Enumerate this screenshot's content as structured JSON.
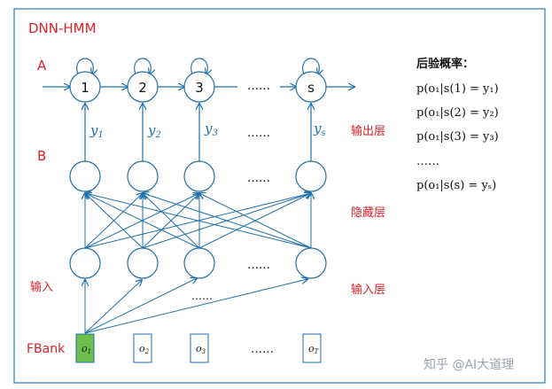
{
  "title": "DNN-HMM",
  "labels": {
    "A": "A",
    "B": "B",
    "input_left": "输入",
    "fbank": "FBank",
    "output_layer": "输出层",
    "hidden_layer": "隐藏层",
    "input_layer": "输入层"
  },
  "states": [
    "1",
    "2",
    "3",
    "s"
  ],
  "state_ellipsis": "……",
  "y_labels": [
    {
      "base": "y",
      "sub": "1"
    },
    {
      "base": "y",
      "sub": "2"
    },
    {
      "base": "y",
      "sub": "3"
    },
    {
      "base": "y",
      "sub": "s"
    }
  ],
  "row_ellipsis": "……",
  "input_arrow_ellipsis": "……",
  "frames": [
    {
      "base": "o",
      "sub": "1"
    },
    {
      "base": "o",
      "sub": "2"
    },
    {
      "base": "o",
      "sub": "3"
    },
    {
      "base": "o",
      "sub": "T"
    }
  ],
  "frame_ellipsis": "……",
  "posterior": {
    "heading": "后验概率：",
    "lines": [
      "p(o₁|s(1) = y₁)",
      "p(o₁|s(2) = y₂)",
      "p(o₁|s(3) = y₃)",
      "……",
      "p(o₁|s(s) = yₛ)"
    ]
  },
  "watermark": "知乎 @AI大道理",
  "colors": {
    "frame": "#2a7ab8",
    "node": "#1f6fa8",
    "label_red": "#e0202a",
    "highlight": "#6cc04a"
  }
}
